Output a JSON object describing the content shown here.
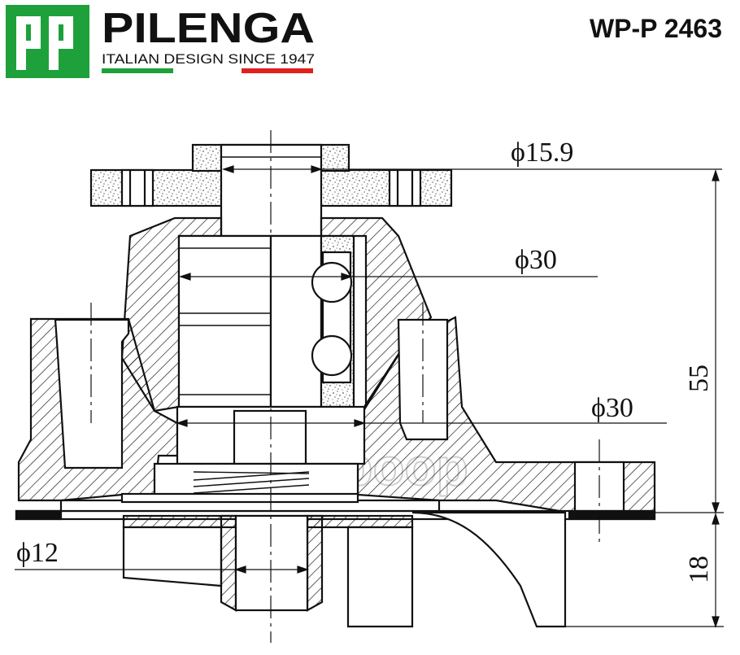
{
  "header": {
    "logo_mark": "QP",
    "brand_name": "PILENGA",
    "tagline": "ITALIAN DESIGN SINCE 1947",
    "part_number": "WP-P 2463"
  },
  "watermark": "oboop",
  "dimensions": {
    "shaft_top_diameter": "ϕ15.9",
    "bearing_diameter": "ϕ30",
    "seal_diameter": "ϕ30",
    "impeller_shaft_diameter": "ϕ12",
    "body_height": "55",
    "impeller_height": "18"
  },
  "colors": {
    "logo_green": "#1ea13a",
    "flag_green": "#1ea13a",
    "flag_red": "#e0201c",
    "ink": "#111111"
  }
}
